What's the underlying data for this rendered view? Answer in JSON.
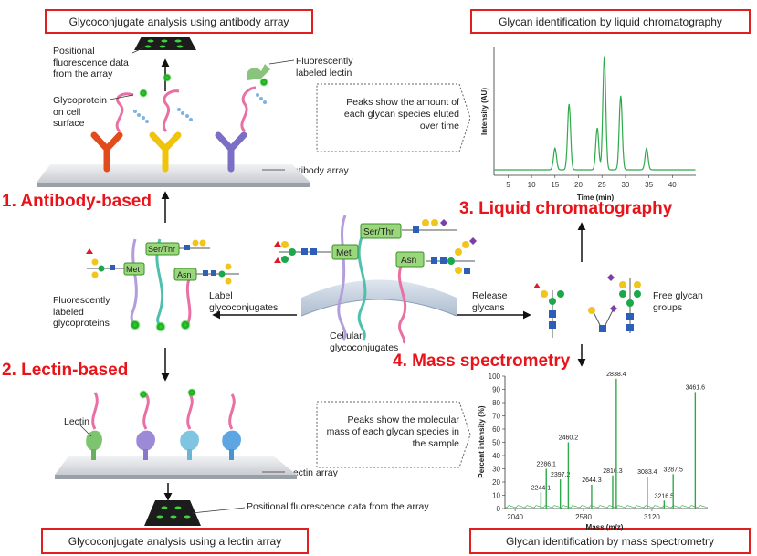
{
  "titles": {
    "antibody_array": "Glycoconjugate analysis using antibody array",
    "lectin_array": "Glycoconjugate analysis using a lectin array",
    "lc": "Glycan identification by liquid chromatography",
    "ms": "Glycan identification by mass spectrometry"
  },
  "methods": {
    "m1": "1. Antibody-based",
    "m2": "2. Lectin-based",
    "m3": "3. Liquid chromatography",
    "m4": "4. Mass spectrometry"
  },
  "labels": {
    "positional_top": "Positional fluorescence data from the array",
    "glycoprotein": "Glycoprotein on cell surface",
    "fl_lectin": "Fluorescently labeled lectin",
    "antibody_array": "Antibody array",
    "fl_glycoproteins": "Fluorescently labeled glycoproteins",
    "label_glyco": "Label glycoconjugates",
    "release": "Release glycans",
    "free_glycan": "Free glycan groups",
    "cellular": "Cellular glycoconjugates",
    "lectin": "Lectin",
    "lectin_array": "Lectin array",
    "positional_bottom": "Positional fluorescence data from the array",
    "met": "Met",
    "ser_thr": "Ser/Thr",
    "asn": "Asn"
  },
  "callouts": {
    "lc": "Peaks show the amount of each glycan species eluted over time",
    "ms": "Peaks show the molecular mass of each glycan species in the sample"
  },
  "chart_data": [
    {
      "type": "line",
      "xlabel": "Time (min)",
      "ylabel": "Intensity (AU)",
      "xticks": [
        5,
        10,
        15,
        20,
        25,
        30,
        35,
        40
      ],
      "xlim": [
        2,
        45
      ],
      "peaks_x": [
        15,
        18,
        24,
        25.5,
        29,
        34.5
      ],
      "peaks_rel_height": [
        0.18,
        0.55,
        0.35,
        0.95,
        0.62,
        0.18
      ]
    },
    {
      "type": "line",
      "xlabel": "Mass (m/z)",
      "ylabel": "Percent intensity (%)",
      "ylim": [
        0,
        100
      ],
      "yticks": [
        0,
        10,
        20,
        30,
        40,
        50,
        60,
        70,
        80,
        90,
        100
      ],
      "xticks": [
        2040,
        2580,
        3120
      ],
      "xlim": [
        1960,
        3560
      ],
      "peaks": [
        {
          "mass": 2244.1,
          "label": "2244.1",
          "intensity": 12
        },
        {
          "mass": 2286.1,
          "label": "2286.1",
          "intensity": 30
        },
        {
          "mass": 2397.2,
          "label": "2397.2",
          "intensity": 22
        },
        {
          "mass": 2460.2,
          "label": "2460.2",
          "intensity": 50
        },
        {
          "mass": 2644.3,
          "label": "2644.3",
          "intensity": 18
        },
        {
          "mass": 2810.3,
          "label": "2810.3",
          "intensity": 25
        },
        {
          "mass": 2838.4,
          "label": "2838.4",
          "intensity": 98
        },
        {
          "mass": 3083.4,
          "label": "3083.4",
          "intensity": 24
        },
        {
          "mass": 3216.5,
          "label": "3216.5",
          "intensity": 6
        },
        {
          "mass": 3287.5,
          "label": "3287.5",
          "intensity": 26
        },
        {
          "mass": 3461.6,
          "label": "3461.6",
          "intensity": 88
        }
      ]
    }
  ]
}
